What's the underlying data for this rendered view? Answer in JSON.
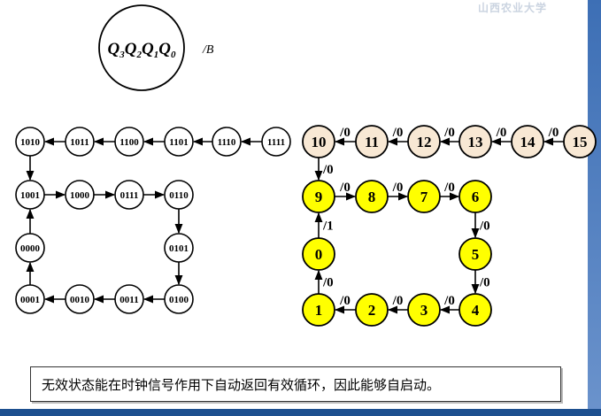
{
  "watermark_text": "山西农业大学",
  "legend": {
    "state_label_parts": [
      {
        "letter": "Q",
        "sub": "3"
      },
      {
        "letter": "Q",
        "sub": "2"
      },
      {
        "letter": "Q",
        "sub": "1"
      },
      {
        "letter": "Q",
        "sub": "0"
      }
    ],
    "output_label": "/B"
  },
  "binary_diagram": {
    "nodes": {
      "1010": "1010",
      "1011": "1011",
      "1100": "1100",
      "1101": "1101",
      "1110": "1110",
      "1111": "1111",
      "1001": "1001",
      "1000": "1000",
      "0111": "0111",
      "0110": "0110",
      "0000": "0000",
      "0101": "0101",
      "0001": "0001",
      "0010": "0010",
      "0011": "0011",
      "0100": "0100"
    },
    "edges": [
      [
        "1111",
        "1110"
      ],
      [
        "1110",
        "1101"
      ],
      [
        "1101",
        "1100"
      ],
      [
        "1100",
        "1011"
      ],
      [
        "1011",
        "1010"
      ],
      [
        "1010",
        "1001"
      ],
      [
        "1001",
        "1000"
      ],
      [
        "1000",
        "0111"
      ],
      [
        "0111",
        "0110"
      ],
      [
        "0110",
        "0101"
      ],
      [
        "0101",
        "0100"
      ],
      [
        "0100",
        "0011"
      ],
      [
        "0011",
        "0010"
      ],
      [
        "0010",
        "0001"
      ],
      [
        "0001",
        "0000"
      ],
      [
        "0000",
        "1001"
      ]
    ]
  },
  "decimal_diagram": {
    "nodes": {
      "15": "15",
      "14": "14",
      "13": "13",
      "12": "12",
      "11": "11",
      "10": "10",
      "9": "9",
      "8": "8",
      "7": "7",
      "6": "6",
      "5": "5",
      "4": "4",
      "3": "3",
      "2": "2",
      "1": "1",
      "0": "0"
    },
    "valid_states": [
      "0",
      "1",
      "2",
      "3",
      "4",
      "5",
      "6",
      "7",
      "8",
      "9"
    ],
    "edges": [
      {
        "from": "15",
        "to": "14",
        "label": "/0"
      },
      {
        "from": "14",
        "to": "13",
        "label": "/0"
      },
      {
        "from": "13",
        "to": "12",
        "label": "/0"
      },
      {
        "from": "12",
        "to": "11",
        "label": "/0"
      },
      {
        "from": "11",
        "to": "10",
        "label": "/0"
      },
      {
        "from": "10",
        "to": "9",
        "label": "/0"
      },
      {
        "from": "9",
        "to": "8",
        "label": "/0"
      },
      {
        "from": "8",
        "to": "7",
        "label": "/0"
      },
      {
        "from": "7",
        "to": "6",
        "label": "/0"
      },
      {
        "from": "6",
        "to": "5",
        "label": "/0"
      },
      {
        "from": "5",
        "to": "4",
        "label": "/0"
      },
      {
        "from": "4",
        "to": "3",
        "label": "/0"
      },
      {
        "from": "3",
        "to": "2",
        "label": "/0"
      },
      {
        "from": "2",
        "to": "1",
        "label": "/0"
      },
      {
        "from": "1",
        "to": "0",
        "label": "/0"
      },
      {
        "from": "0",
        "to": "9",
        "label": "/1"
      }
    ]
  },
  "colors": {
    "valid_fill": "#ffff00",
    "invalid_fill": "#f8e8d4",
    "binary_fill": "#ffffff",
    "stroke": "#000000"
  },
  "caption": "无效状态能在时钟信号作用下自动返回有效循环，因此能够自启动。"
}
